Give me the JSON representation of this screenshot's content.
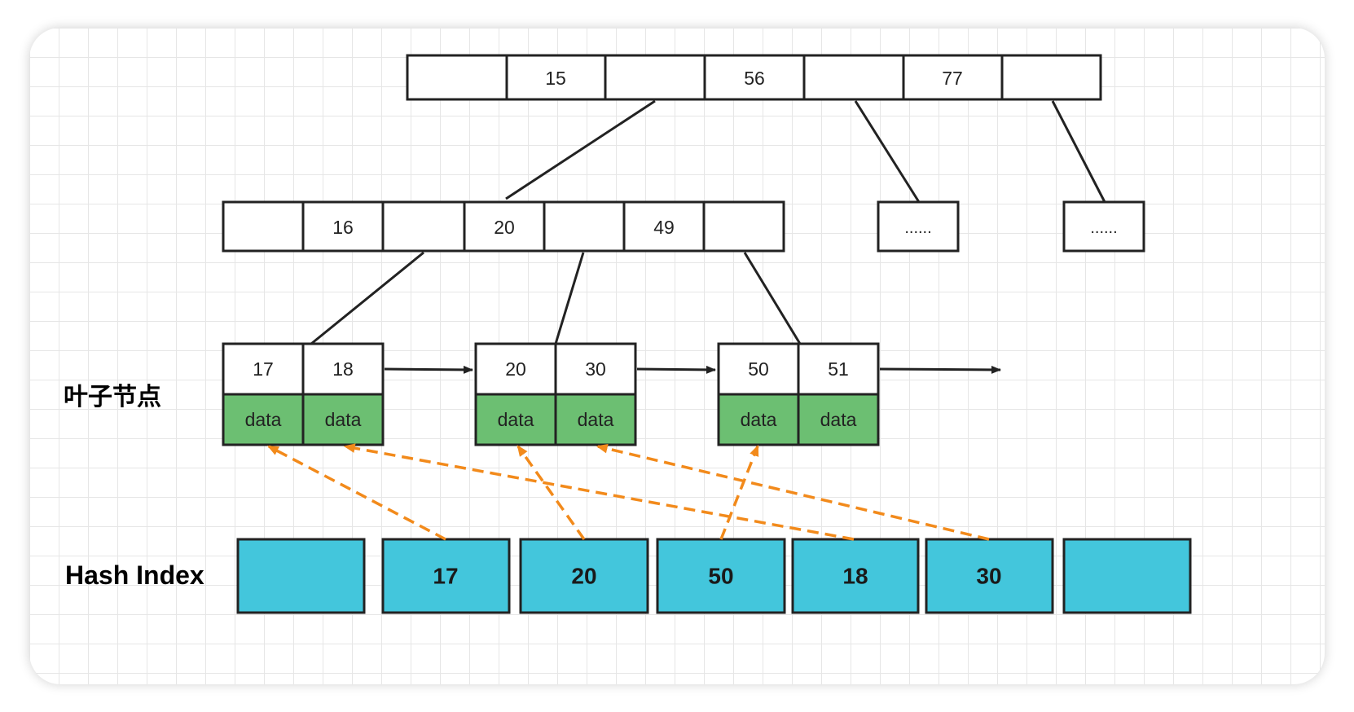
{
  "labels": {
    "leaf": "叶子节点",
    "hash": "Hash Index"
  },
  "root_node": {
    "keys": [
      "",
      "15",
      "",
      "56",
      "",
      "77",
      ""
    ]
  },
  "internal_node": {
    "keys": [
      "",
      "16",
      "",
      "20",
      "",
      "49",
      ""
    ]
  },
  "ellipsis_nodes": [
    "......",
    "......"
  ],
  "leaf_nodes": [
    {
      "keys": [
        "17",
        "18"
      ],
      "data": [
        "data",
        "data"
      ]
    },
    {
      "keys": [
        "20",
        "30"
      ],
      "data": [
        "data",
        "data"
      ]
    },
    {
      "keys": [
        "50",
        "51"
      ],
      "data": [
        "data",
        "data"
      ]
    }
  ],
  "hash_index": {
    "buckets": [
      "",
      "17",
      "20",
      "50",
      "18",
      "30",
      ""
    ]
  },
  "colors": {
    "data_cell": "#6cbf72",
    "hash_cell": "#43c6dc",
    "pointer_arrow": "#f28a1b",
    "line": "#222222"
  }
}
